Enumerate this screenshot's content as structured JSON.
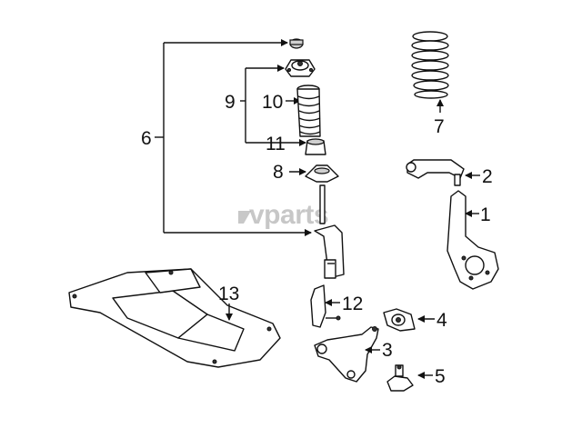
{
  "watermark": "vparts",
  "callouts": {
    "c1": "1",
    "c2": "2",
    "c3": "3",
    "c4": "4",
    "c5": "5",
    "c6": "6",
    "c7": "7",
    "c8": "8",
    "c9": "9",
    "c10": "10",
    "c11": "11",
    "c12": "12",
    "c13": "13"
  }
}
